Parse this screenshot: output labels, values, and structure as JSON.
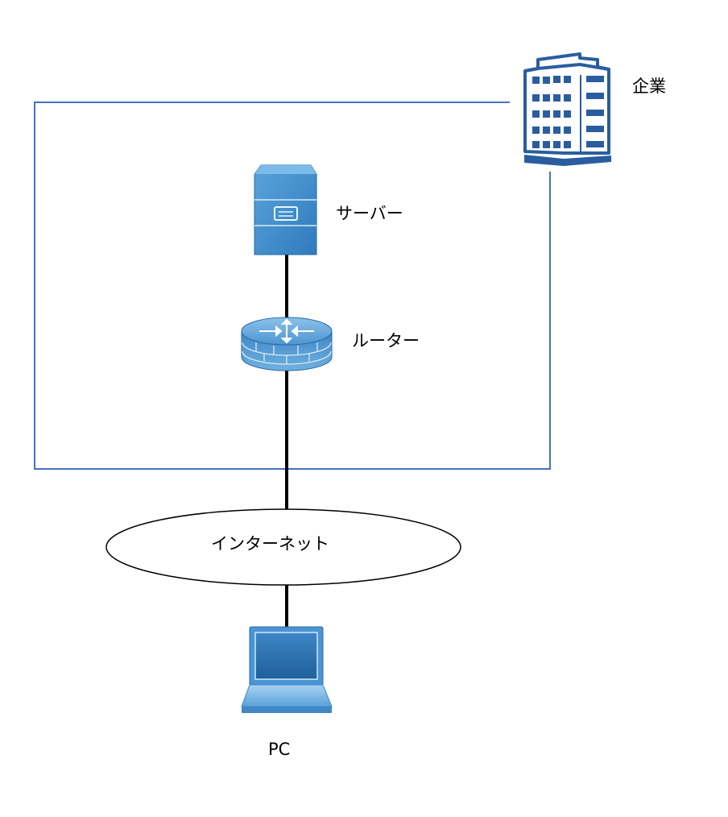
{
  "diagram": {
    "type": "network-diagram",
    "colors": {
      "boundary": "#4472c4",
      "link": "#000000",
      "icon_blue": "#2a5d9f",
      "device_blue": "#3f88c5",
      "device_light": "#8dc4ea"
    },
    "boundary": {
      "label": "企業",
      "icon": "office-building-icon"
    },
    "nodes": [
      {
        "id": "enterprise",
        "label": "企業",
        "icon": "office-building-icon"
      },
      {
        "id": "server",
        "label": "サーバー",
        "icon": "server-icon"
      },
      {
        "id": "router",
        "label": "ルーター",
        "icon": "firewall-router-icon"
      },
      {
        "id": "internet",
        "label": "インターネット",
        "icon": "cloud-ellipse"
      },
      {
        "id": "pc",
        "label": "PC",
        "icon": "laptop-icon"
      }
    ],
    "links": [
      {
        "from": "server",
        "to": "router"
      },
      {
        "from": "router",
        "to": "internet"
      },
      {
        "from": "internet",
        "to": "pc"
      }
    ]
  }
}
